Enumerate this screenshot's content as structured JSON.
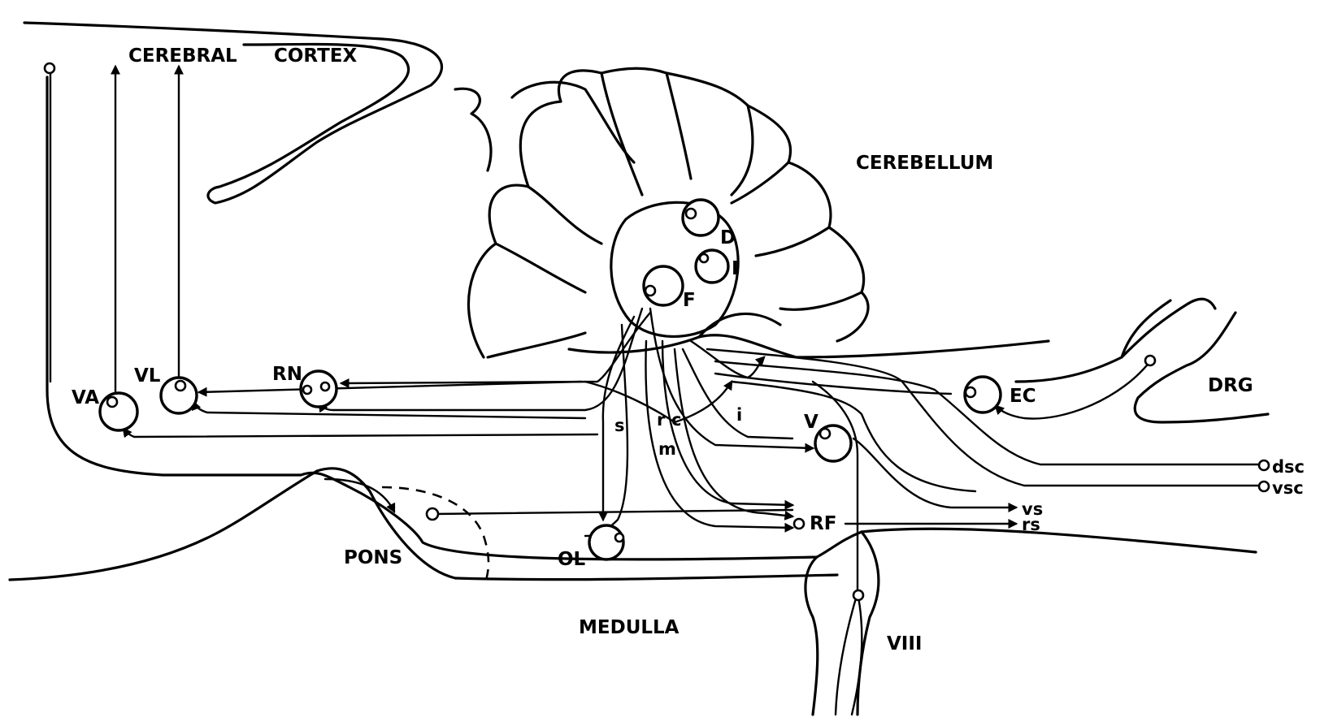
{
  "labels": {
    "cerebral": "CEREBRAL",
    "cortex": "CORTEX",
    "cerebellum": "CEREBELLUM",
    "pons": "PONS",
    "medulla": "MEDULLA",
    "va": "VA",
    "vl": "VL",
    "rn": "RN",
    "d": "D",
    "i_nucleus": "I",
    "f": "F",
    "ec": "EC",
    "drg": "DRG",
    "v": "V",
    "ol": "OL",
    "rf": "RF",
    "viii": "VIII",
    "dsc": "dsc",
    "vsc": "vsc",
    "vs": "vs",
    "rs": "rs",
    "s": "s",
    "i_small": "i",
    "r": "r",
    "c": "c",
    "m": "m"
  }
}
